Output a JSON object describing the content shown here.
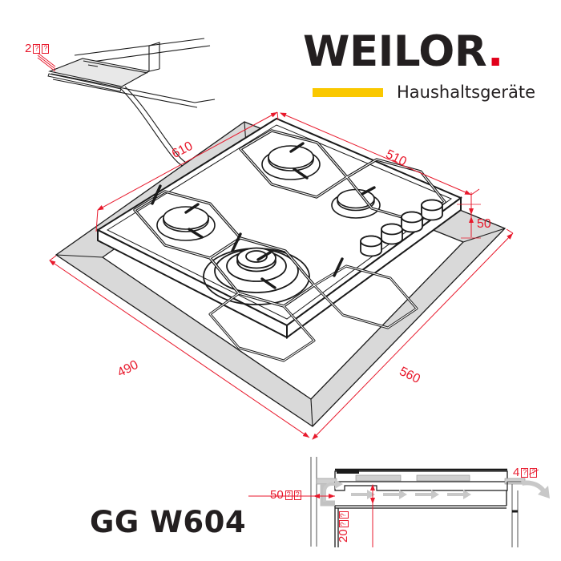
{
  "brand": {
    "wordmark": "WEILOR",
    "wordmark_dot": ".",
    "tagline": "Haushaltsgeräte",
    "accent_bar_color": "#fac800",
    "dot_color": "#e1001a",
    "text_color": "#231f20"
  },
  "product": {
    "model": "GG W604",
    "type": "gas-hob",
    "burner_count": 4,
    "knob_count": 4
  },
  "drawing": {
    "line_color": "#1a1a1a",
    "dimension_color": "#e8192c",
    "fill_gray": "#d9d9d9",
    "arrow_gray": "#c8c8c8"
  },
  "dimensions": {
    "appliance_width": {
      "value": "610",
      "unit": "",
      "label": "610"
    },
    "appliance_depth": {
      "value": "510",
      "unit": "",
      "label": "510"
    },
    "appliance_height": {
      "value": "50",
      "unit": "",
      "label": "50"
    },
    "cutout_depth": {
      "value": "490",
      "unit": "",
      "label": "490"
    },
    "cutout_width": {
      "value": "560",
      "unit": "",
      "label": "560"
    },
    "edge_thickness": {
      "value": "2",
      "unit": "��",
      "label": "2"
    },
    "side_clearance": {
      "value": "50",
      "unit": "��",
      "label": "50"
    },
    "bottom_clearance": {
      "value": "20",
      "unit": "��",
      "label": "20"
    },
    "rear_clearance": {
      "value": "4",
      "unit": "��",
      "label": "4"
    }
  },
  "views": {
    "detail_corner": "edge-thickness-detail",
    "main_isometric": "hob-isometric-with-worktop-cutout",
    "section_bottom": "installation-cross-section-airflow"
  }
}
